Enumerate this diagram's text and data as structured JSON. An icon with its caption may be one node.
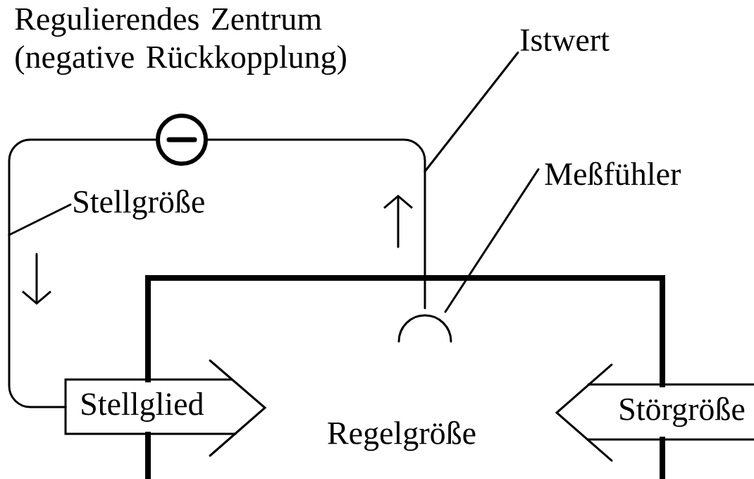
{
  "diagram": {
    "title": "Regulierendes Zentrum (negative Rückkopplung)",
    "nodes": [
      {
        "text": [
          "Stellglied"
        ]
      },
      {
        "text": [
          "Störgröße"
        ]
      },
      {
        "text": [
          "Regelgröße"
        ]
      },
      {
        "text": [],
        "shape": "circle"
      },
      {
        "text": [],
        "shape": "semicircle",
        "in": 2
      },
      {
        "text": [
          "Istwert"
        ]
      },
      {
        "text": [
          "Meßfühler"
        ]
      },
      {
        "text": [
          "Stellgröße"
        ]
      }
    ],
    "edges": [
      {
        "from": 4,
        "to": 3,
        "arrow": "none"
      },
      {
        "from": 3,
        "to": 0,
        "arrow": "none"
      },
      {
        "from": 5,
        "to": null,
        "arrow": "none"
      },
      {
        "from": 6,
        "to": 4,
        "arrow": "none"
      },
      {
        "from": 7,
        "to": null,
        "arrow": "none"
      }
    ]
  }
}
